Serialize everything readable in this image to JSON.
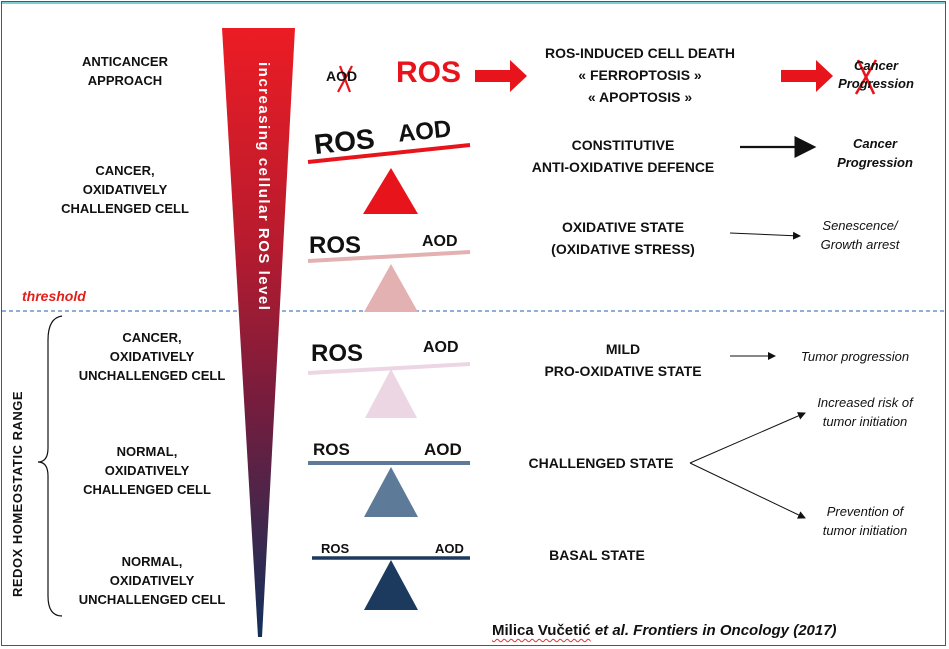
{
  "rows": {
    "anticancer": "ANTICANCER\nAPPROACH",
    "cancer_challenged": "CANCER,\nOXIDATIVELY\nCHALLENGED CELL",
    "cancer_unchallenged": "CANCER,\nOXIDATIVELY\nUNCHALLENGED CELL",
    "normal_challenged": "NORMAL,\nOXIDATIVELY\nCHALLENGED CELL",
    "normal_unchallenged": "NORMAL,\nOXIDATIVELY\nUNCHALLENGED CELL"
  },
  "wedge_label": "increasing cellular ROS level",
  "threshold_label": "threshold",
  "redox_range_label": "REDOX HOMEOSTATIC RANGE",
  "balance": {
    "ros": "ROS",
    "aod": "AOD"
  },
  "states": {
    "ros_induced": "ROS-INDUCED CELL DEATH\n« FERROPTOSIS »\n« APOPTOSIS »",
    "constitutive": "CONSTITUTIVE\nANTI-OXIDATIVE DEFENCE",
    "oxidative": "OXIDATIVE STATE\n(OXIDATIVE STRESS)",
    "mild": "MILD\nPRO-OXIDATIVE STATE",
    "challenged": "CHALLENGED STATE",
    "basal": "BASAL STATE"
  },
  "outcomes": {
    "cancer_progression_crossed": "Cancer\nProgression",
    "cancer_progression": "Cancer\nProgression",
    "senescence": "Senescence/\nGrowth arrest",
    "tumor_progression": "Tumor progression",
    "increased_risk": "Increased risk of\ntumor initiation",
    "prevention": "Prevention of\ntumor initiation"
  },
  "credit": {
    "author": "Milica Vučetić",
    "etal": " et al.",
    "journal": " Frontiers in Oncology (2017)"
  },
  "colors": {
    "red": "#e8141b",
    "dark_navy": "#1c3a5e",
    "slate": "#5e7a99",
    "pink": "#e3b1b1",
    "light_pink": "#ecd6e3",
    "threshold_blue": "#4a7fc1"
  }
}
